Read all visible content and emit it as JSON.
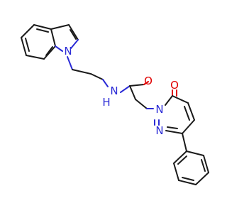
{
  "atoms": {
    "n_indole": {
      "text": "N",
      "color": "#2b2bd6"
    },
    "n_amide": {
      "text": "N",
      "color": "#2b2bd6"
    },
    "h_amide": {
      "text": "H",
      "color": "#2b2bd6"
    },
    "o_amide": {
      "text": "O",
      "color": "#e00000"
    },
    "o_ketone": {
      "text": "O",
      "color": "#e00000"
    },
    "n_pyr1": {
      "text": "N",
      "color": "#2b2bd6"
    },
    "n_pyr2": {
      "text": "N",
      "color": "#2b2bd6"
    }
  }
}
